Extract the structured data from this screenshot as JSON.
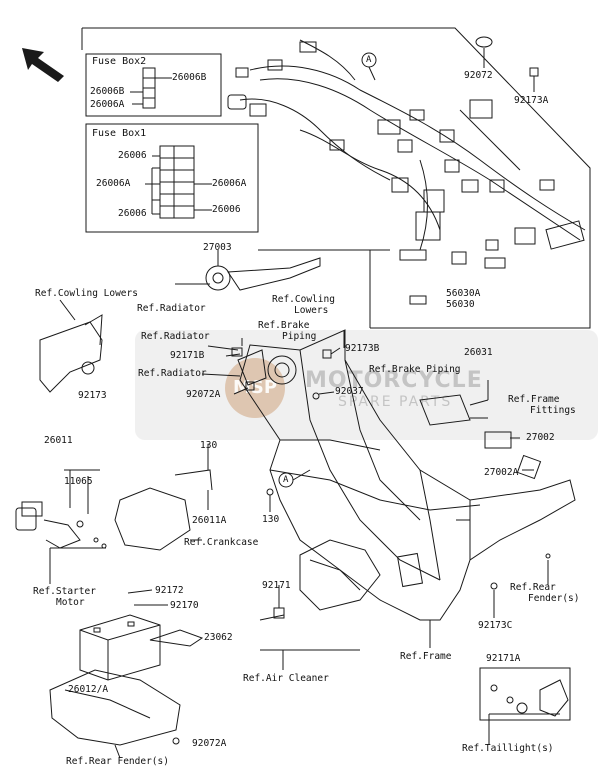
{
  "fuse_box2": {
    "title": "Fuse Box2",
    "a": "26006B",
    "b": "26006B",
    "c": "26006A"
  },
  "fuse_box1": {
    "title": "Fuse Box1",
    "a": "26006",
    "b": "26006A",
    "c": "26006A",
    "d": "26006",
    "e": "26006"
  },
  "callout_a": "A",
  "parts": {
    "p92072": "92072",
    "p92173A": "92173A",
    "p56030A": "56030A",
    "p56030": "56030",
    "p26031": "26031",
    "p27003": "27003",
    "p92171B": "92171B",
    "p92173B": "92173B",
    "p92072A_top": "92072A",
    "p92037": "92037",
    "p92173": "92173",
    "p26011": "26011",
    "p11065": "11065",
    "p130a": "130",
    "p130b": "130",
    "p26011A": "26011A",
    "p27002": "27002",
    "p27002A": "27002A",
    "p92172": "92172",
    "p92170": "92170",
    "p23062": "23062",
    "p26012A": "26012/A",
    "p92171": "92171",
    "p92173C": "92173C",
    "p92171A": "92171A",
    "p92072A_bot": "92072A"
  },
  "refs": {
    "radiator_top": "Ref.Radiator",
    "cowling_lowers_left": "Ref.Cowling Lowers",
    "cowling_lowers_right_1": "Ref.Cowling",
    "cowling_lowers_right_2": "Lowers",
    "radiator_1": "Ref.Radiator",
    "brake_piping_1": "Ref.Brake",
    "brake_piping_2": "Piping",
    "radiator_2": "Ref.Radiator",
    "brake_piping_right": "Ref.Brake Piping",
    "frame_fittings_1": "Ref.Frame",
    "frame_fittings_2": "Fittings",
    "crankcase": "Ref.Crankcase",
    "starter_motor_1": "Ref.Starter",
    "starter_motor_2": "Motor",
    "rear_fenders_1": "Ref.Rear",
    "rear_fenders_2": "Fender(s)",
    "frame": "Ref.Frame",
    "air_cleaner": "Ref.Air Cleaner",
    "rear_fenders_bottom": "Ref.Rear Fender(s)",
    "taillights": "Ref.Taillight(s)"
  },
  "watermark": {
    "line1": "MOTORCYCLE",
    "line2": "SPARE PARTS",
    "logo": "MSP"
  },
  "colors": {
    "line": "#1a1a1a",
    "accent": "#c8783c"
  },
  "direction_arrow_icon": "arrow-up-left-icon"
}
